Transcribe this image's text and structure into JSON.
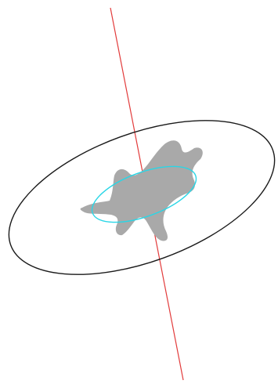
{
  "colors": {
    "background": "#ffffff",
    "axis_line": "#e23b3b",
    "outer_ellipse": "#1a1a1a",
    "inner_ellipse": "#29d6e6",
    "shape_fill": "#a9a9a9"
  },
  "elements": {
    "axis": "axis-line",
    "outer": "outer-ellipse",
    "inner": "inner-ellipse",
    "shape": "irregular-shape"
  }
}
